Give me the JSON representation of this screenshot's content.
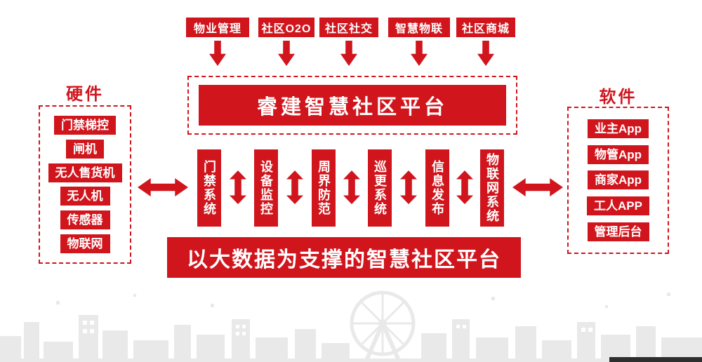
{
  "top_modules": [
    "物业管理",
    "社区O2O",
    "社区社交",
    "智慧物联",
    "社区商城"
  ],
  "platform_title": "睿建智慧社区平台",
  "hardware": {
    "title": "硬件",
    "items": [
      "门禁梯控",
      "闸机",
      "无人售货机",
      "无人机",
      "传感器",
      "物联网"
    ]
  },
  "software": {
    "title": "软件",
    "items": [
      "业主App",
      "物管App",
      "商家App",
      "工人APP",
      "管理后台"
    ]
  },
  "systems": [
    "门禁系统",
    "设备监控",
    "周界防范",
    "巡更系统",
    "信息发布",
    "物联网系统"
  ],
  "bottom_banner": "以大数据为支撑的智慧社区平台",
  "colors": {
    "red": "#d0151d",
    "skyline": "#e9e9e9"
  }
}
